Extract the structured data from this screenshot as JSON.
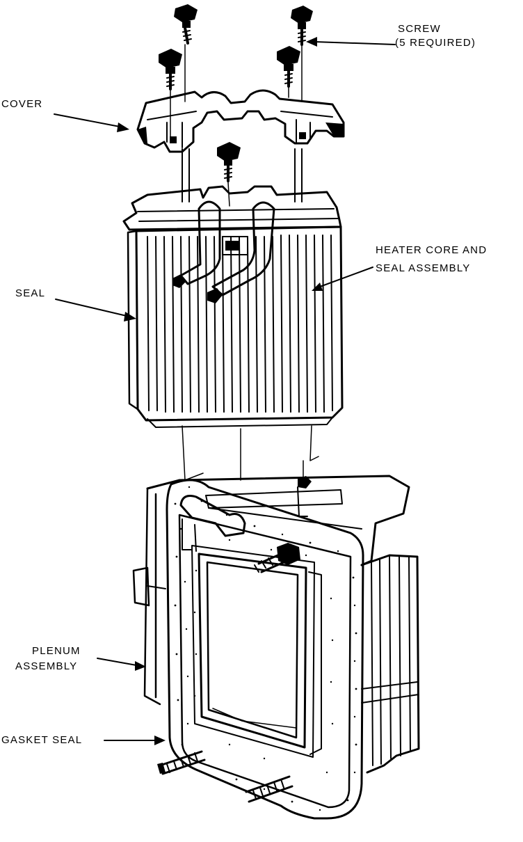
{
  "labels": {
    "screw_line1": "SCREW",
    "screw_line2": "(5 REQUIRED)",
    "cover": "COVER",
    "heater_line1": "HEATER CORE AND",
    "heater_line2": "SEAL ASSEMBLY",
    "seal": "SEAL",
    "plenum_line1": "PLENUM",
    "plenum_line2": "ASSEMBLY",
    "gasket": "GASKET SEAL"
  },
  "colors": {
    "ink": "#000000",
    "paper": "#ffffff"
  }
}
